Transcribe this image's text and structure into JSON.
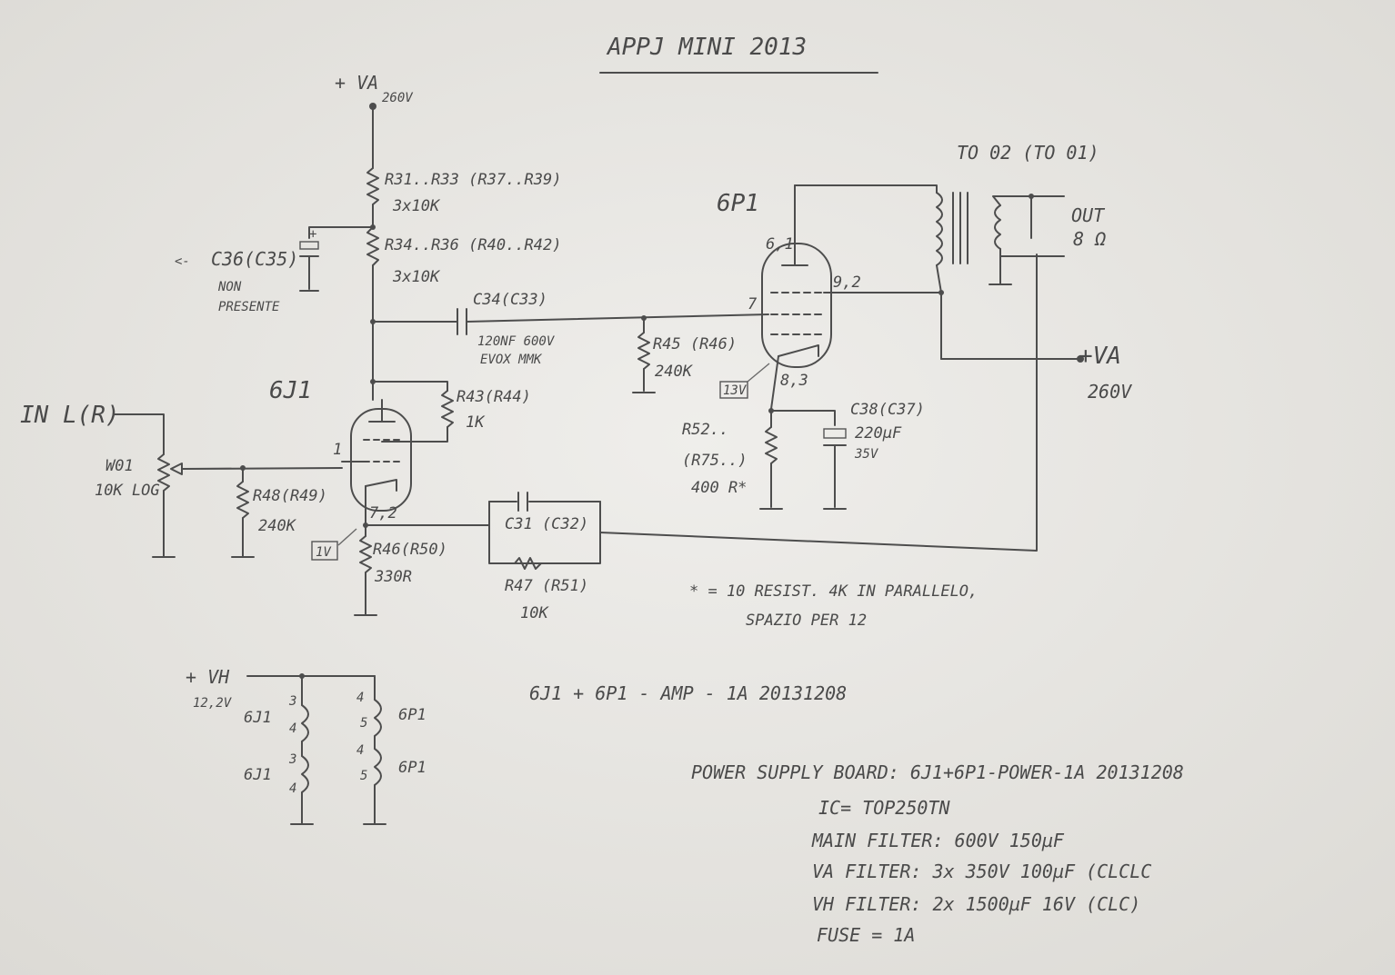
{
  "title": "APPJ MINI 2013",
  "supply_top": {
    "label": "+ VA",
    "voltage": "260V"
  },
  "stage1": {
    "tube": "6J1",
    "r_top1": {
      "name": "R31..R33 (R37..R39)",
      "value": "3x10K"
    },
    "r_top2": {
      "name": "R34..R36 (R40..R42)",
      "value": "3x10K"
    },
    "c_bypass": {
      "name": "C36(C35)",
      "note1": "NON",
      "note2": "PRESENTE"
    },
    "r_plate": {
      "name": "R43(R44)",
      "value": "1K"
    },
    "pin_grid": "1",
    "pin_cathode": "7,2",
    "r_grid": {
      "name": "R48(R49)",
      "value": "240K"
    },
    "volume_pot": {
      "name": "W01",
      "value": "10K LOG"
    },
    "r_cathode": {
      "name": "R46(R50)",
      "value": "330R"
    },
    "cathode_voltage": "1V"
  },
  "input_label": "IN L(R)",
  "coupling_cap": {
    "name": "C34(C33)",
    "value": "120NF 600V",
    "type": "EVOX MMK"
  },
  "stage2": {
    "tube": "6P1",
    "pin_plate": "6,1",
    "pin_screen": "9,2",
    "pin_grid": "7",
    "pin_cathode": "8,3",
    "cathode_voltage": "13V",
    "r_grid": {
      "name": "R45 (R46)",
      "value": "240K"
    },
    "r_cathode": {
      "name": "R52..",
      "name2": "(R75..)",
      "value": "400 R*"
    },
    "c_cathode": {
      "name": "C38(C37)",
      "value": "220µF",
      "voltage": "35V"
    }
  },
  "transformer": {
    "name": "TO 02 (TO 01)",
    "out": "OUT",
    "impedance": "8 Ω"
  },
  "supply_right": {
    "label": "+VA",
    "voltage": "260V"
  },
  "feedback": {
    "cap": "C31 (C32)",
    "res": "R47 (R51)",
    "res_value": "10K"
  },
  "footnote_1": "* = 10 RESIST. 4K IN PARALLELO,",
  "footnote_2": "SPAZIO PER 12",
  "heaters": {
    "label": "+ VH",
    "voltage": "12,2V",
    "tube_a": "6J1",
    "tube_b": "6J1",
    "tube_c": "6P1",
    "tube_d": "6P1",
    "pins_a1": "3",
    "pins_a2": "4",
    "pins_b1": "3",
    "pins_b2": "4",
    "pins_c1": "4",
    "pins_c2": "5",
    "pins_d1": "4",
    "pins_d2": "5"
  },
  "board_code": "6J1 + 6P1 - AMP - 1A  20131208",
  "notes": {
    "psu": "POWER SUPPLY BOARD: 6J1+6P1-POWER-1A 20131208",
    "ic": "IC= TOP250TN",
    "main_filter": "MAIN FILTER: 600V 150µF",
    "va_filter": "VA FILTER: 3x 350V 100µF (CLCLC",
    "vh_filter": "VH FILTER: 2x 1500µF 16V (CLC)",
    "fuse": "FUSE = 1A"
  }
}
